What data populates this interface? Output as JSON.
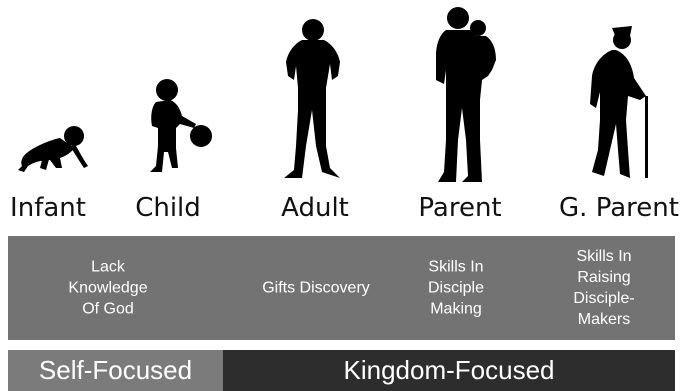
{
  "stages": [
    {
      "label": "Infant",
      "focus": "Lack\nKnowledge\nOf God"
    },
    {
      "label": "Child"
    },
    {
      "label": "Adult",
      "focus": "Gifts Discovery"
    },
    {
      "label": "Parent",
      "focus": "Skills In\nDisciple\nMaking"
    },
    {
      "label": "G. Parent",
      "focus": "Skills In\nRaising\nDisciple-\nMakers"
    }
  ],
  "focus_bar": {
    "self": "Self-Focused",
    "kingdom": "Kingdom-Focused"
  },
  "colors": {
    "band": "#737373",
    "self_bar": "#7b7b7b",
    "kingdom_bar": "#2d2d2d",
    "silhouette": "#000000",
    "text_on_dark": "#ffffff"
  },
  "icons": [
    "crawling-infant-icon",
    "child-with-ball-icon",
    "standing-adult-icon",
    "parent-holding-child-icon",
    "grandparent-with-cane-icon"
  ]
}
